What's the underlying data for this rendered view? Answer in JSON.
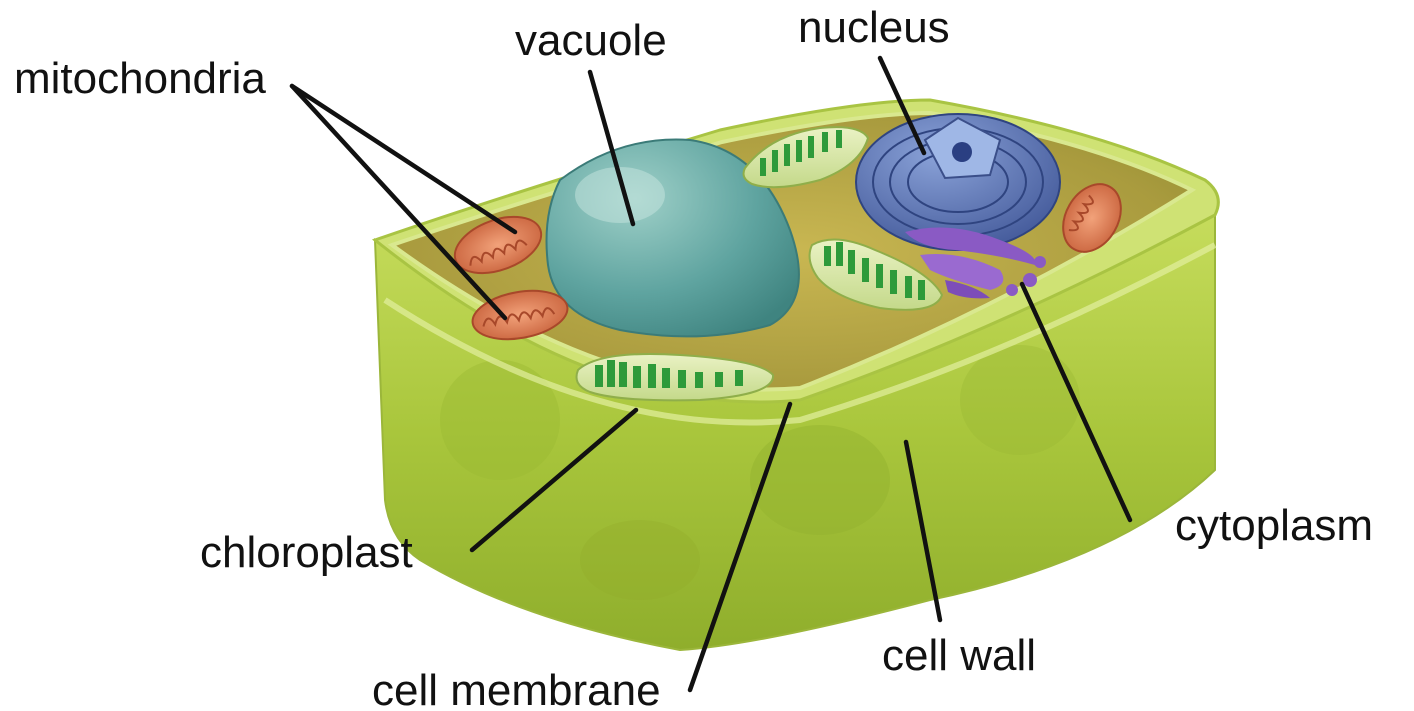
{
  "diagram": {
    "labels": {
      "mitochondria": "mitochondria",
      "vacuole": "vacuole",
      "nucleus": "nucleus",
      "chloroplast": "chloroplast",
      "cell_membrane": "cell membrane",
      "cell_wall": "cell wall",
      "cytoplasm": "cytoplasm"
    },
    "colors": {
      "cell_wall": "#b7d34a",
      "cytoplasm": "#b3a545",
      "vacuole": "#5fa4a0",
      "nucleus": "#5e77b8",
      "golgi": "#8a5ac4",
      "mitochondria": "#d9784e",
      "chloroplast_grana": "#2e9a3a",
      "label_text": "#111111"
    }
  }
}
